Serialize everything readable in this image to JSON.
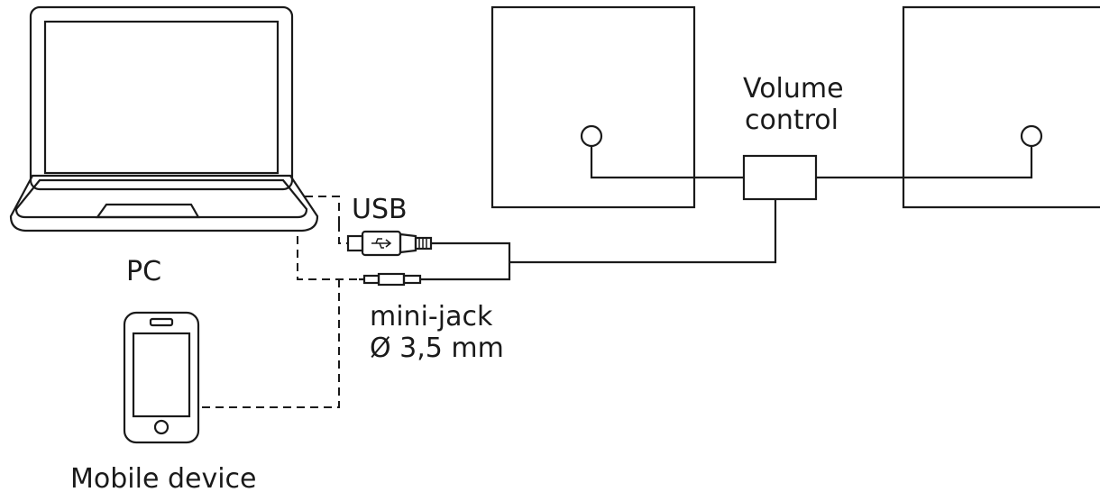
{
  "labels": {
    "pc": "PC",
    "mobile": "Mobile device",
    "usb": "USB",
    "minijack_line1": "mini-jack",
    "minijack_line2": "Ø 3,5 mm",
    "volume_line1": "Volume",
    "volume_line2": "control"
  },
  "icons": {
    "pc": "laptop-icon",
    "mobile": "smartphone-icon",
    "usb": "usb-plug-icon",
    "jack": "mini-jack-plug-icon",
    "speaker_left": "speaker-left-icon",
    "speaker_right": "speaker-right-icon",
    "volume": "volume-control-box"
  },
  "colors": {
    "line": "#1a1a1a",
    "background": "#ffffff"
  }
}
